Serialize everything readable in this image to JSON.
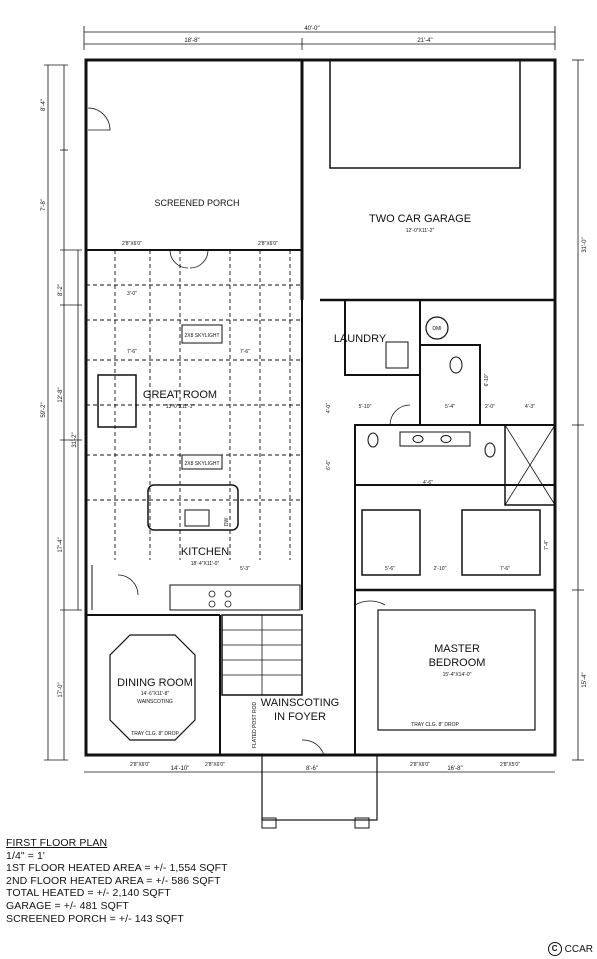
{
  "dimensions": {
    "overall_width": "40'-0\"",
    "left_width": "18'-8\"",
    "right_width": "21'-4\"",
    "left_8_4": "8'-4\"",
    "left_7_8": "7'-8\"",
    "left_8_2": "8'-2\"",
    "left_12_8": "12'-8\"",
    "left_total_59": "59'-2\"",
    "left_31": "31'-2\"",
    "left_17_4": "17'-4\"",
    "left_17_0": "17'-0\"",
    "right_31": "31'-0\"",
    "right_15_4": "15'-4\"",
    "bottom_14_10": "14'-10\"",
    "bottom_8_6": "8'-6\"",
    "bottom_16_8": "16'-8\"",
    "win_top_1": "2'8\"X6'0\"",
    "win_top_2": "2'8\"X6'0\"",
    "win_bot_1": "2'8\"X6'0\"",
    "win_bot_2": "2'8\"X6'0\"",
    "win_bot_3": "2'8\"X6'0\"",
    "win_bot_4": "2'8\"X5'0\"",
    "laundry_5_10": "5'-10\"",
    "bath_5_4": "5'-4\"",
    "bath_2_0": "2'-0\"",
    "bath_4_3": "4'-3\"",
    "closet_5_6": "5'-6\"",
    "closet_2_10": "2'-10\"",
    "closet_7_6": "7'-6\"",
    "bath_4_6": "4'-6\"",
    "hall_4_0": "4'-0\"",
    "hall_6_6": "6'-6\"",
    "hall_7_4": "7'-4\"",
    "hall_6_10": "6'-10\"",
    "gr_7_6a": "7'-6\"",
    "gr_7_6b": "7'-6\"",
    "gr_3_0": "3'-0\"",
    "kit_5_3": "5'-3\""
  },
  "rooms": {
    "screened_porch": "SCREENED PORCH",
    "garage": "TWO CAR GARAGE",
    "garage_size": "12'-0\"X11'-2\"",
    "laundry": "LAUNDRY",
    "great_room": "GREAT ROOM",
    "great_room_size": "13'-0\"X11'-1\"",
    "kitchen": "KITCHEN",
    "kitchen_size": "18'-4\"X11'-0\"",
    "dining": "DINING ROOM",
    "dining_size": "14'-6\"X11'-8\"",
    "dining_note": "WAINSCOTING",
    "foyer_note_1": "WAINSCOTING",
    "foyer_note_2": "IN FOYER",
    "master": "MASTER",
    "master_2": "BEDROOM",
    "master_size": "15'-4\"X14'-0\"",
    "tray_master": "TRAY CLG. 8\" DROP",
    "tray_dining": "TRAY CLG. 8\" DROP",
    "dmi": "DMI",
    "dw": "DW",
    "beam_1": "2X8 SKYLIGHT",
    "beam_2": "2X8 SKYLIGHT",
    "stair_note": "FLATED POST ROD"
  },
  "legend": {
    "title": "FIRST FLOOR PLAN",
    "scale": "1/4\" = 1'",
    "line1": "1ST FLOOR HEATED AREA = +/- 1,554 SQFT",
    "line2": "2ND FLOOR HEATED AREA = +/- 586 SQFT",
    "line3": "TOTAL HEATED = +/- 2,140 SQFT",
    "line4": "GARAGE = +/- 481 SQFT",
    "line5": "SCREENED PORCH = +/- 143 SQFT"
  },
  "watermark": "CCAR"
}
